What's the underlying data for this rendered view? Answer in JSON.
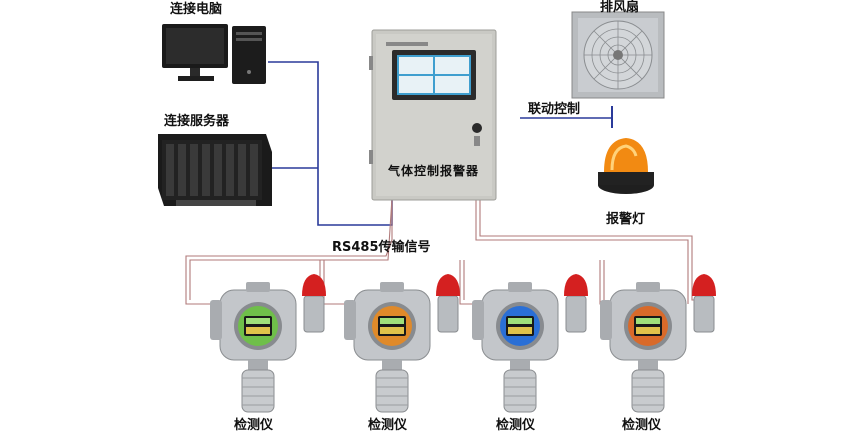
{
  "labels": {
    "computer": "连接电脑",
    "server": "连接服务器",
    "controller": "气体控制报警器",
    "fan": "排风扇",
    "linkage": "联动控制",
    "alarm_light": "报警灯",
    "rs485": "RS485传输信号"
  },
  "detectors": [
    {
      "label": "检测仪",
      "screen_color": "#6fbf4a"
    },
    {
      "label": "检测仪",
      "screen_color": "#e08a2a"
    },
    {
      "label": "检测仪",
      "screen_color": "#2a6fd6"
    },
    {
      "label": "检测仪",
      "screen_color": "#d96a2a"
    }
  ],
  "colors": {
    "data_line": "#2a3a9a",
    "signal_line": "#b07a7a",
    "cabinet": "#c9c9c4",
    "alarm_orange": "#f28a12",
    "detector_red": "#d42020"
  }
}
